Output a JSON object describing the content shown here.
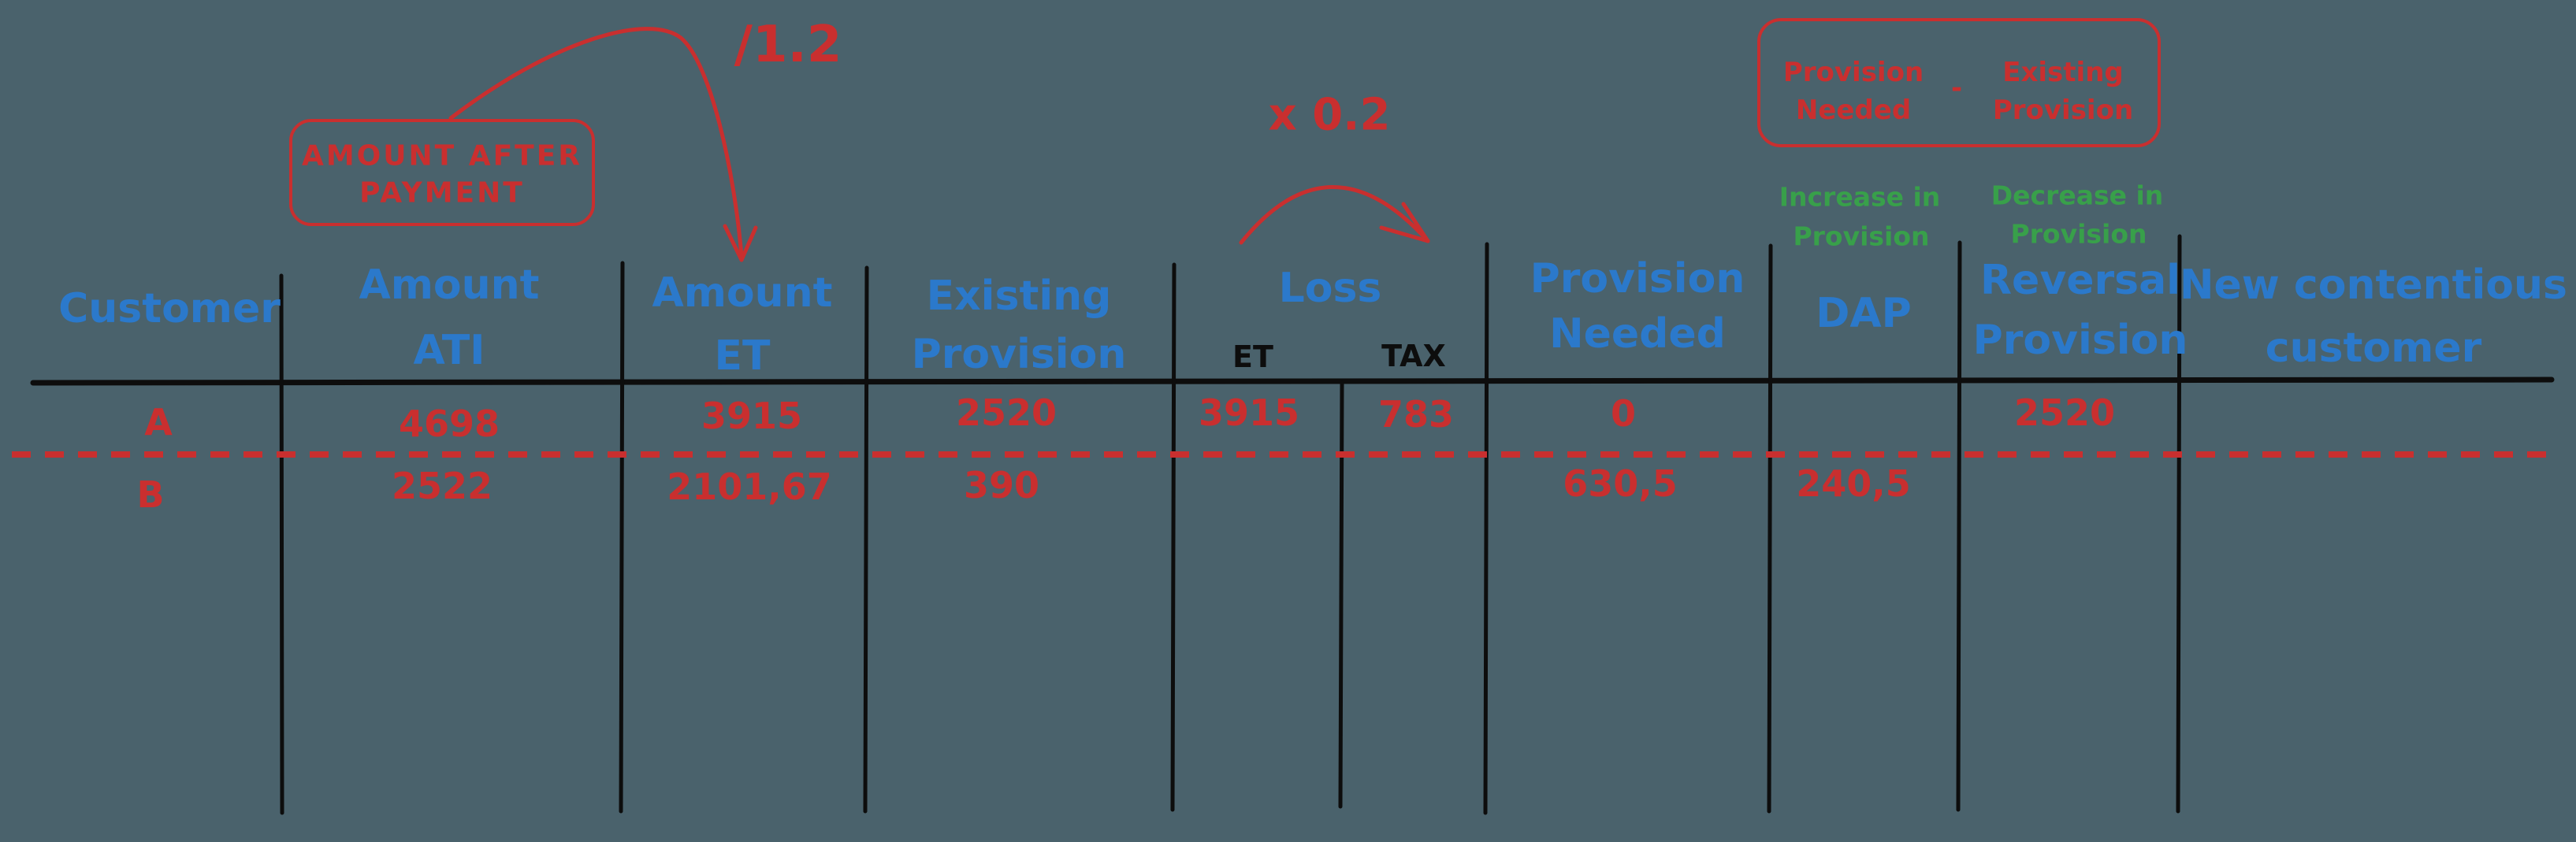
{
  "colors": {
    "background": "#4a626c",
    "header_blue": "#2b79cb",
    "annotation_red": "#c92f2f",
    "note_green": "#38a04a",
    "line_black": "#0d0d0d"
  },
  "annotations": {
    "divide_factor": "/1.2",
    "multiply_factor": "x 0.2",
    "amount_after_payment_line1": "AMOUNT AFTER",
    "amount_after_payment_line2": "PAYMENT",
    "formula_left_line1": "Provision",
    "formula_left_line2": "Needed",
    "formula_operator": "-",
    "formula_right_line1": "Existing",
    "formula_right_line2": "Provision",
    "increase_line1": "Increase in",
    "increase_line2": "Provision",
    "decrease_line1": "Decrease in",
    "decrease_line2": "Provision"
  },
  "table": {
    "headers": {
      "customer": "Customer",
      "amount_ati_line1": "Amount",
      "amount_ati_line2": "ATI",
      "amount_et_line1": "Amount",
      "amount_et_line2": "ET",
      "existing_provision_line1": "Existing",
      "existing_provision_line2": "Provision",
      "loss": "Loss",
      "loss_sub_et": "ET",
      "loss_sub_tax": "TAX",
      "provision_needed_line1": "Provision",
      "provision_needed_line2": "Needed",
      "dap": "DAP",
      "reversal_provision_line1": "Reversal",
      "reversal_provision_line2": "Provision",
      "new_contentious_line1": "New contentious",
      "new_contentious_line2": "customer"
    },
    "rows": [
      {
        "customer": "A",
        "amount_ati": "4698",
        "amount_et": "3915",
        "existing_provision": "2520",
        "loss_et": "3915",
        "loss_tax": "783",
        "provision_needed": "0",
        "dap": "",
        "reversal_provision": "2520",
        "new_contentious": ""
      },
      {
        "customer": "B",
        "amount_ati": "2522",
        "amount_et": "2101,67",
        "existing_provision": "390",
        "loss_et": "",
        "loss_tax": "",
        "provision_needed": "630,5",
        "dap": "240,5",
        "reversal_provision": "",
        "new_contentious": ""
      }
    ]
  }
}
